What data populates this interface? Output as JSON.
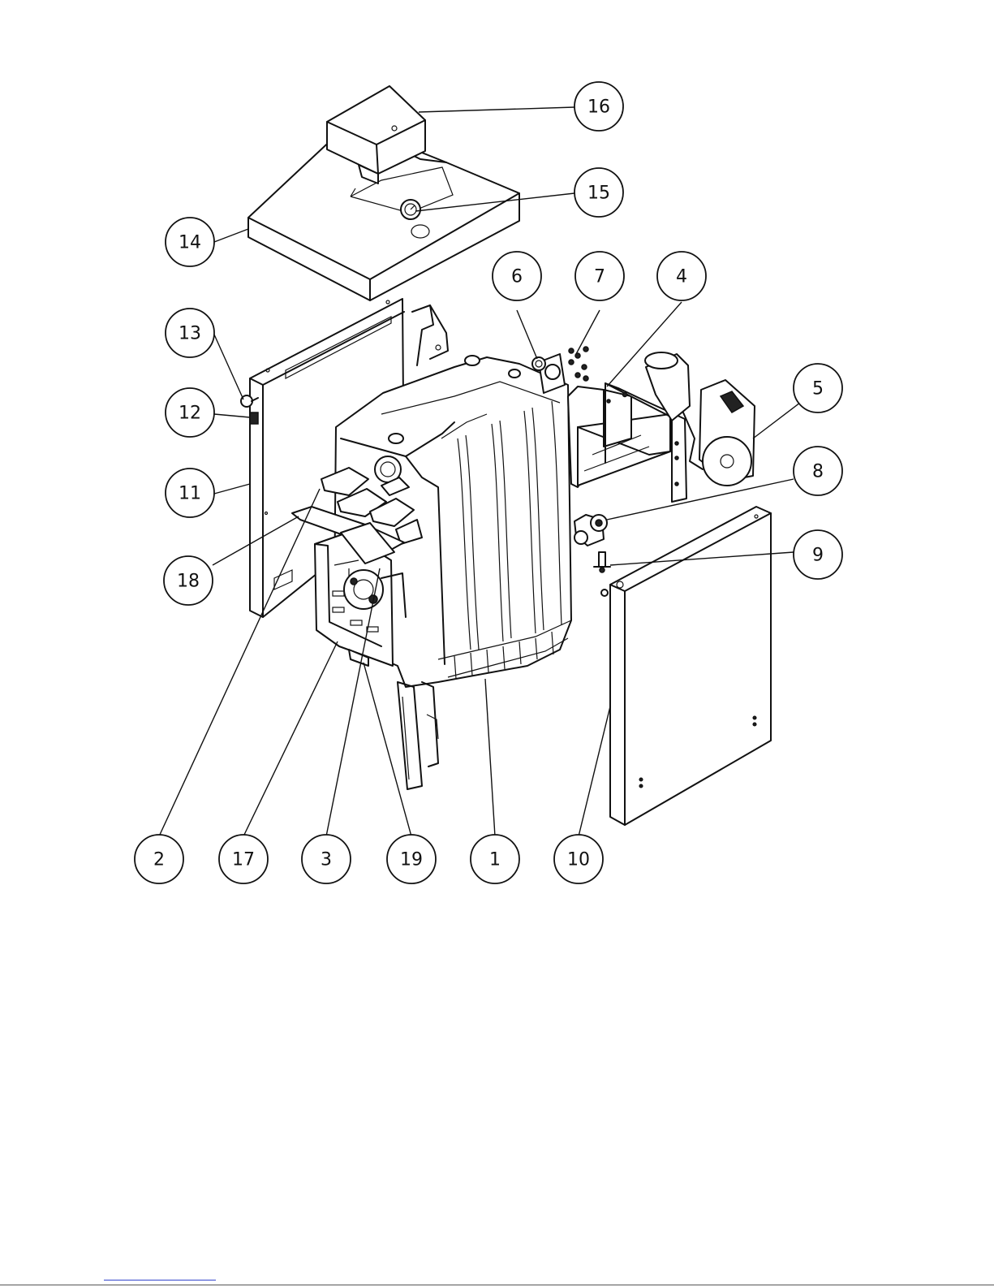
{
  "diagram": {
    "callouts": [
      {
        "id": "16",
        "label": "16"
      },
      {
        "id": "15",
        "label": "15"
      },
      {
        "id": "14",
        "label": "14"
      },
      {
        "id": "13",
        "label": "13"
      },
      {
        "id": "12",
        "label": "12"
      },
      {
        "id": "11",
        "label": "11"
      },
      {
        "id": "18",
        "label": "18"
      },
      {
        "id": "6",
        "label": "6"
      },
      {
        "id": "7",
        "label": "7"
      },
      {
        "id": "4",
        "label": "4"
      },
      {
        "id": "5",
        "label": "5"
      },
      {
        "id": "8",
        "label": "8"
      },
      {
        "id": "9",
        "label": "9"
      },
      {
        "id": "2",
        "label": "2"
      },
      {
        "id": "17",
        "label": "17"
      },
      {
        "id": "3",
        "label": "3"
      },
      {
        "id": "19",
        "label": "19"
      },
      {
        "id": "1",
        "label": "1"
      },
      {
        "id": "10",
        "label": "10"
      }
    ]
  }
}
